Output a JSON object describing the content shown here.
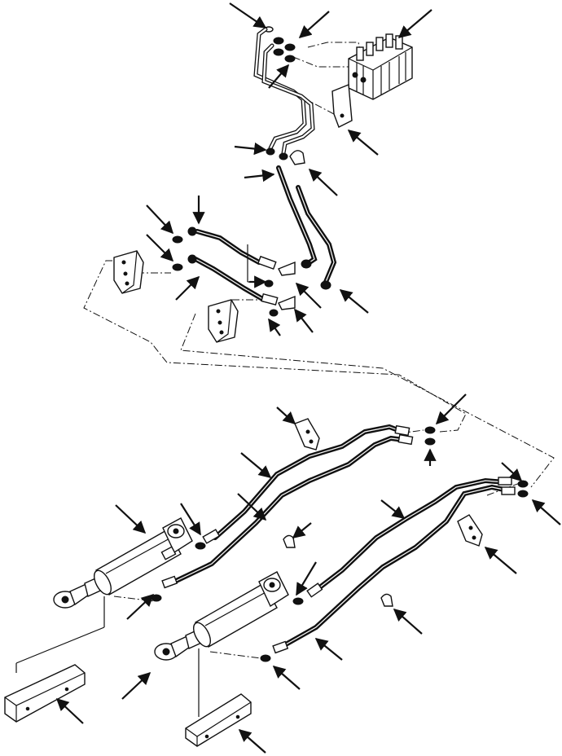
{
  "diagram": {
    "title": "",
    "labels": []
  },
  "colors": {
    "ink": "#111111",
    "paper": "#ffffff"
  },
  "parts": [
    {
      "name": "control-valve-bank",
      "icon": "valve-block-icon"
    },
    {
      "name": "valve-mounting-bracket",
      "icon": "bracket-icon"
    },
    {
      "name": "steel-tube-pair",
      "icon": "tube-icon"
    },
    {
      "name": "tube-clamp",
      "icon": "clamp-icon"
    },
    {
      "name": "bulkhead-plate-left",
      "icon": "plate-icon"
    },
    {
      "name": "bulkhead-plate-center",
      "icon": "plate-icon"
    },
    {
      "name": "hydraulic-hose",
      "icon": "hose-icon"
    },
    {
      "name": "hydraulic-cylinder-left",
      "icon": "cylinder-icon"
    },
    {
      "name": "hydraulic-cylinder-right",
      "icon": "cylinder-icon"
    },
    {
      "name": "cylinder-guard-left",
      "icon": "guard-icon"
    },
    {
      "name": "cylinder-guard-right",
      "icon": "guard-icon"
    },
    {
      "name": "hose-fitting",
      "icon": "fitting-icon"
    }
  ]
}
